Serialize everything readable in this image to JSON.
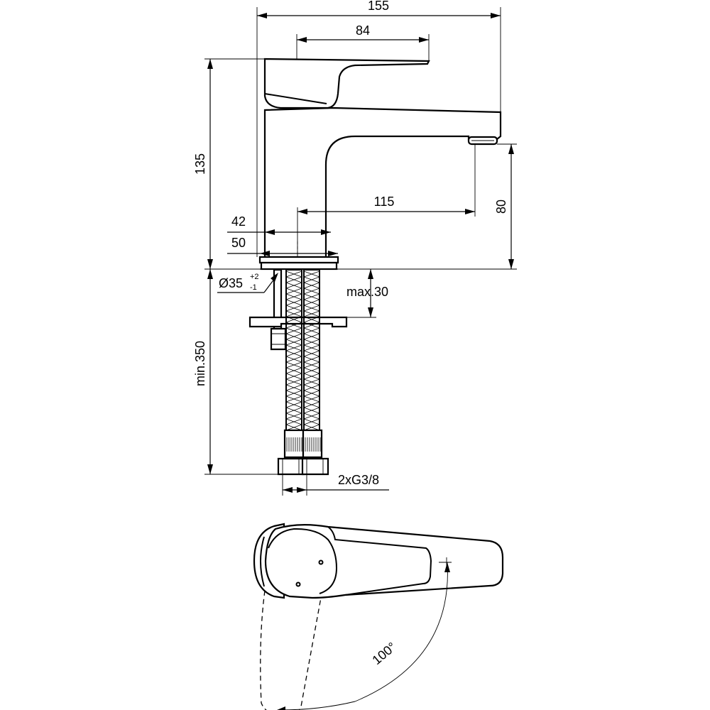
{
  "dimensions": {
    "overall_width": "155",
    "lever_length": "84",
    "height": "135",
    "spout_height": "80",
    "projection": "115",
    "base_width_inner": "42",
    "base_width_outer": "50",
    "hole_diameter": "Ø35",
    "hole_tol_plus": "+2",
    "hole_tol_minus": "-1",
    "max_thickness": "max.30",
    "hose_length": "min.350",
    "connection": "2xG3/8",
    "lever_angle": "100°"
  }
}
